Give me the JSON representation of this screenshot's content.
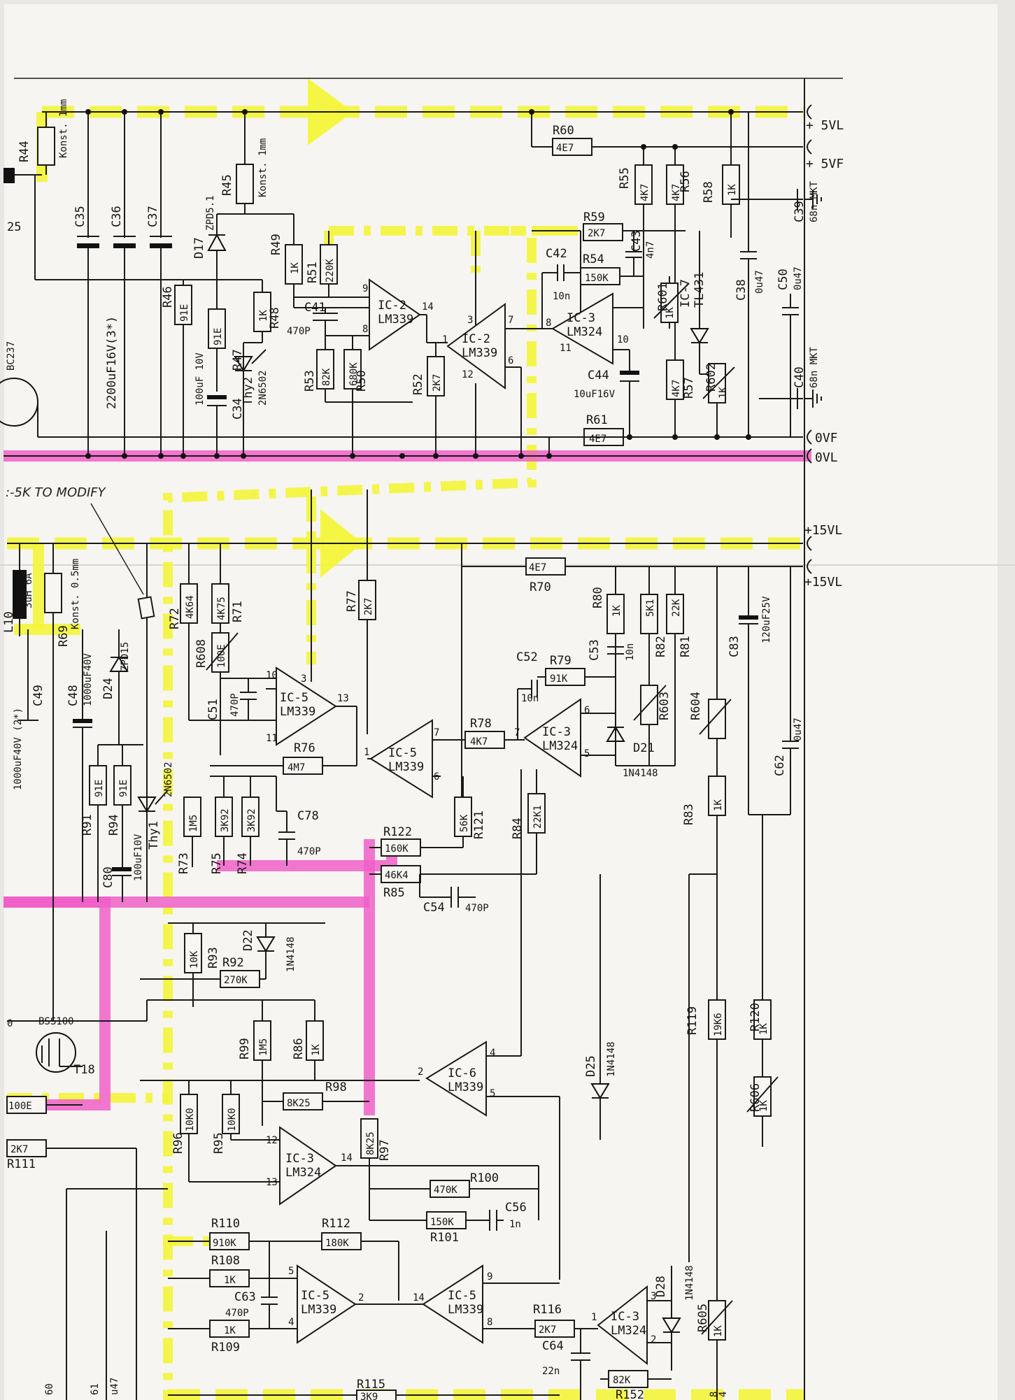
{
  "rails": {
    "v5vl": "+ 5VL",
    "v5vf": "+ 5VF",
    "v0vf": "0VF",
    "v0vl": "0VL",
    "v15vl_top": "+15VL",
    "v15vl_bot": "+15VL"
  },
  "note": ":-5K TO MODIFY",
  "components": {
    "top": [
      {
        "ref": "R44",
        "value": "Konst. 1mm"
      },
      {
        "ref": "C35",
        "value": ""
      },
      {
        "ref": "C36",
        "value": ""
      },
      {
        "ref": "C37",
        "value": ""
      },
      {
        "ref": "R45",
        "value": "Konst. 1mm"
      },
      {
        "ref": "D17",
        "value": "ZPD5.1"
      },
      {
        "ref": "R49",
        "value": "1K"
      },
      {
        "ref": "R51",
        "value": "220K"
      },
      {
        "ref": "R48",
        "value": "1K"
      },
      {
        "ref": "R46",
        "value": "91E"
      },
      {
        "ref": "R47",
        "value": "91E"
      },
      {
        "ref": "C41",
        "value": "470P"
      },
      {
        "ref": "R53",
        "value": "82K"
      },
      {
        "ref": "R50",
        "value": "680K"
      },
      {
        "ref": "R52",
        "value": "2K7"
      },
      {
        "ref": "R60",
        "value": "4E7"
      },
      {
        "ref": "R55",
        "value": "4K7"
      },
      {
        "ref": "R56",
        "value": "4K7"
      },
      {
        "ref": "R58",
        "value": "1K"
      },
      {
        "ref": "R59",
        "value": "2K7"
      },
      {
        "ref": "C42",
        "value": "10n"
      },
      {
        "ref": "R54",
        "value": "150K"
      },
      {
        "ref": "C43",
        "value": "4n7"
      },
      {
        "ref": "R601",
        "value": "1K"
      },
      {
        "ref": "R57",
        "value": "4K7"
      },
      {
        "ref": "R602",
        "value": "1K"
      },
      {
        "ref": "C44",
        "value": "10uF16V"
      },
      {
        "ref": "R61",
        "value": "4E7"
      },
      {
        "ref": "C39",
        "value": "68n MKT"
      },
      {
        "ref": "C38",
        "value": "0u47"
      },
      {
        "ref": "C50",
        "value": "0u47"
      },
      {
        "ref": "C40",
        "value": "68n MKT"
      },
      {
        "ref": "C34",
        "value": "100uF 10V"
      },
      {
        "ref": "Thy2",
        "value": "2N6502"
      },
      {
        "ref": "T",
        "value": "BC237"
      }
    ],
    "caps_label": "2200uF16V(3*)",
    "pin25": "25"
  },
  "opamps": [
    {
      "ref": "IC-2",
      "part": "LM339",
      "pins": [
        "9",
        "8",
        "14"
      ]
    },
    {
      "ref": "IC-2",
      "part": "LM339",
      "pins": [
        "3",
        "12",
        "1",
        "7",
        "6"
      ]
    },
    {
      "ref": "IC-3",
      "part": "LM324",
      "pins": [
        "8",
        "11",
        "10"
      ]
    },
    {
      "ref": "IC-7",
      "part": "TL431",
      "pins": []
    },
    {
      "ref": "IC-5",
      "part": "LM339",
      "pins": [
        "10",
        "11",
        "3",
        "13"
      ]
    },
    {
      "ref": "IC-5",
      "part": "LM339",
      "pins": [
        "1",
        "7",
        "6"
      ]
    },
    {
      "ref": "IC-3",
      "part": "LM324",
      "pins": [
        "7",
        "6",
        "5"
      ]
    },
    {
      "ref": "IC-6",
      "part": "LM339",
      "pins": [
        "2",
        "4",
        "5"
      ]
    },
    {
      "ref": "IC-3",
      "part": "LM324",
      "pins": [
        "12",
        "13",
        "14"
      ]
    },
    {
      "ref": "IC-5",
      "part": "LM339",
      "pins": [
        "5",
        "4",
        "2"
      ]
    },
    {
      "ref": "IC-5",
      "part": "LM339",
      "pins": [
        "14",
        "9",
        "8"
      ]
    },
    {
      "ref": "IC-3",
      "part": "LM324",
      "pins": [
        "1",
        "3",
        "2"
      ]
    }
  ],
  "middle": [
    {
      "ref": "R70",
      "value": "4E7"
    },
    {
      "ref": "L10",
      "value": "3uH 6A"
    },
    {
      "ref": "R69",
      "value": "Konst. 0.5mm"
    },
    {
      "ref": "C48",
      "value": "1000uF40V"
    },
    {
      "ref": "C49",
      "value": "1000uF40V (2*)"
    },
    {
      "ref": "D24",
      "value": "ZPD15"
    },
    {
      "ref": "R72",
      "value": "4K64"
    },
    {
      "ref": "R71",
      "value": "4K75"
    },
    {
      "ref": "R608",
      "value": "100E"
    },
    {
      "ref": "R77",
      "value": "2K7"
    },
    {
      "ref": "R80",
      "value": "1K"
    },
    {
      "ref": "C53",
      "value": "10n"
    },
    {
      "ref": "R82",
      "value": "5K1"
    },
    {
      "ref": "R81",
      "value": "22K"
    },
    {
      "ref": "C83",
      "value": "120uF25V"
    },
    {
      "ref": "C52",
      "value": "10n"
    },
    {
      "ref": "R79",
      "value": "91K"
    },
    {
      "ref": "R603",
      "value": ""
    },
    {
      "ref": "R604",
      "value": ""
    },
    {
      "ref": "C62",
      "value": "0u47"
    },
    {
      "ref": "C51",
      "value": "470P"
    },
    {
      "ref": "R76",
      "value": "4M7"
    },
    {
      "ref": "R78",
      "value": "4K7"
    },
    {
      "ref": "D21",
      "value": "1N4148"
    },
    {
      "ref": "Thy1",
      "value": "2N6502"
    },
    {
      "ref": "R91",
      "value": "91E"
    },
    {
      "ref": "R94",
      "value": "91E"
    },
    {
      "ref": "C80",
      "value": "100uF10V"
    },
    {
      "ref": "R73",
      "value": "1M5"
    },
    {
      "ref": "R75",
      "value": "3K92"
    },
    {
      "ref": "R74",
      "value": "3K92"
    },
    {
      "ref": "C78",
      "value": "470P"
    },
    {
      "ref": "R121",
      "value": "56K"
    },
    {
      "ref": "R84",
      "value": "22K1"
    },
    {
      "ref": "R122",
      "value": "160K"
    },
    {
      "ref": "R85",
      "value": "46K4"
    },
    {
      "ref": "C54",
      "value": "470P"
    },
    {
      "ref": "R83",
      "value": "1K"
    }
  ],
  "bottom": [
    {
      "ref": "R93",
      "value": "10K"
    },
    {
      "ref": "D22",
      "value": "1N4148"
    },
    {
      "ref": "R92",
      "value": "270K"
    },
    {
      "ref": "T18",
      "value": "BSS100"
    },
    {
      "ref": "R99",
      "value": "1M5"
    },
    {
      "ref": "R86",
      "value": "1K"
    },
    {
      "ref": "D25",
      "value": "1N4148"
    },
    {
      "ref": "R119",
      "value": "19K6"
    },
    {
      "ref": "R120",
      "value": "1K"
    },
    {
      "ref": "R606",
      "value": "1K"
    },
    {
      "ref": "R98",
      "value": "8K25"
    },
    {
      "ref": "R96",
      "value": "10K0"
    },
    {
      "ref": "R95",
      "value": "10K0"
    },
    {
      "ref": "R97",
      "value": "8K25"
    },
    {
      "ref": "R100",
      "value": "470K"
    },
    {
      "ref": "R101",
      "value": "150K"
    },
    {
      "ref": "C56",
      "value": "1n"
    },
    {
      "ref": "R111",
      "value": "2K7"
    },
    {
      "ref": "R110",
      "value": "910K"
    },
    {
      "ref": "R112",
      "value": "180K"
    },
    {
      "ref": "R108",
      "value": "1K"
    },
    {
      "ref": "C63",
      "value": "470P"
    },
    {
      "ref": "R109",
      "value": "1K"
    },
    {
      "ref": "R116",
      "value": "2K7"
    },
    {
      "ref": "C64",
      "value": "22n"
    },
    {
      "ref": "D28",
      "value": "1N4148"
    },
    {
      "ref": "R605",
      "value": "1K"
    },
    {
      "ref": "R152",
      "value": "82K"
    },
    {
      "ref": "R115",
      "value": "3K9"
    },
    {
      "ref": "R_left",
      "value": "100E"
    }
  ],
  "edge_labels": [
    "60",
    "61",
    "u47",
    "0",
    "8",
    "4"
  ]
}
